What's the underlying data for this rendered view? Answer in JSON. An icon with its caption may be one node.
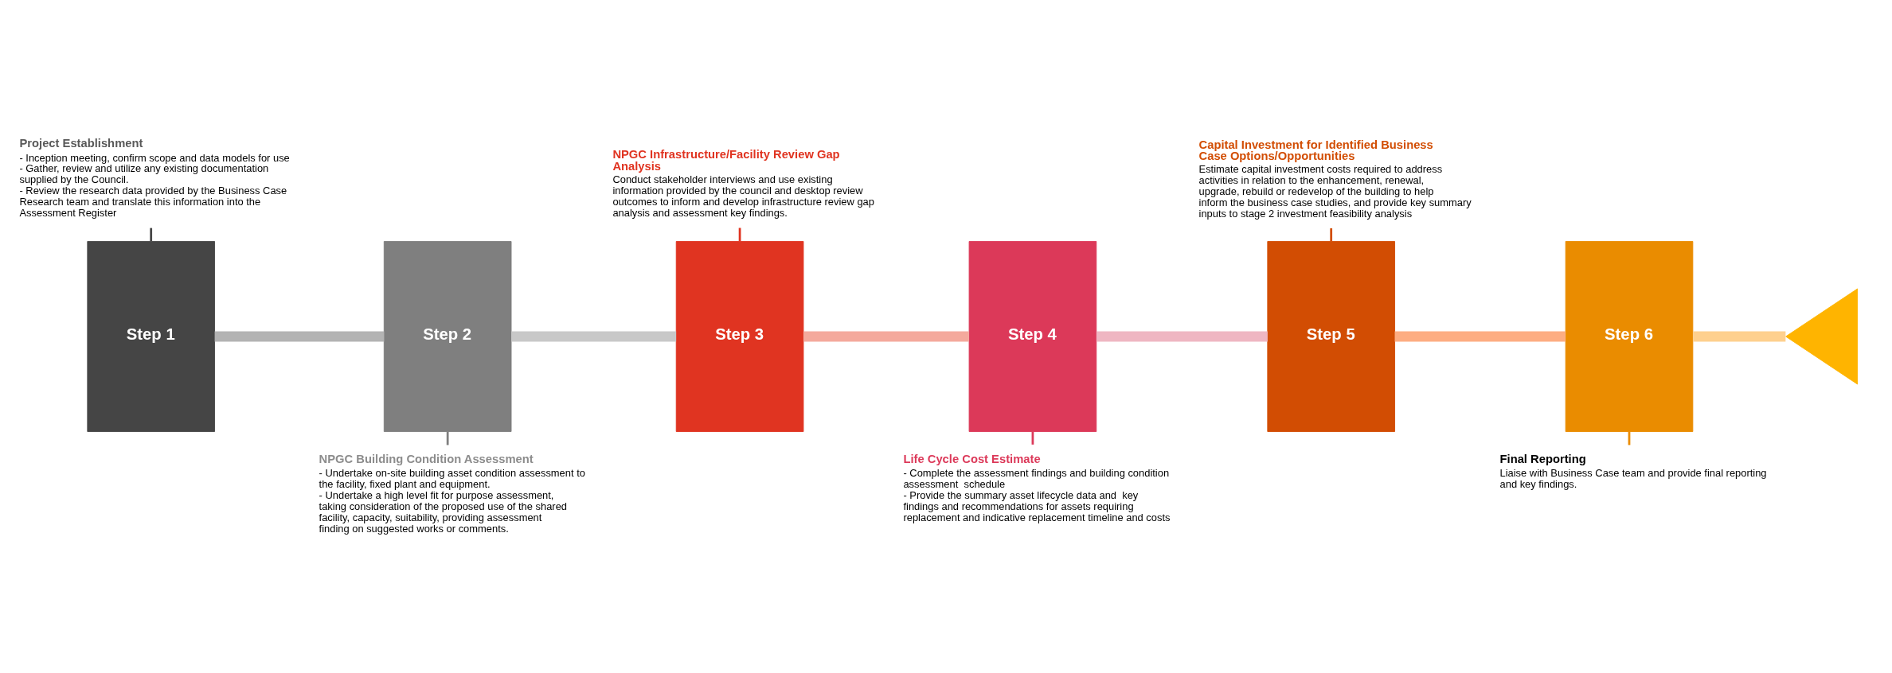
{
  "diagram": {
    "nodes": [
      {
        "text": [
          "Project Establishment",
          "- Inception meeting, confirm scope and data models for use",
          "- Gather, review and utilize any existing documentation supplied by the Council.",
          "- Review the research data provided by the Business Case Research team and translate this information into the Assessment Register"
        ]
      },
      {
        "text": [
          "Step 1"
        ]
      },
      {
        "text": [
          "Step 2"
        ]
      },
      {
        "text": [
          "NPGC Building Condition Assessment",
          "- Undertake on-site building asset condition assessment to the facility, fixed plant and equipment.",
          "- Undertake a high level fit for purpose assessment, taking consideration of the proposed use of the shared facility, capacity, suitability, providing assessment finding on suggested works or comments."
        ]
      },
      {
        "text": [
          "NPGC Infrastructure/Facility Review Gap Analysis",
          "Conduct stakeholder interviews and use existing information provided by the council and desktop review outcomes to inform and develop infrastructure review gap analysis and assessment key findings."
        ]
      },
      {
        "text": [
          "Step 3"
        ]
      },
      {
        "text": [
          "Step 4"
        ]
      },
      {
        "text": [
          "Life Cycle Cost Estimate",
          "- Complete the assessment findings and building condition assessment  schedule",
          "- Provide the summary asset lifecycle data and  key findings and recommendations for assets requiring replacement and indicative replacement timeline and costs"
        ]
      },
      {
        "text": [
          "Capital Investment for Identified Business Case Options/Opportunities",
          "Estimate capital investment costs required to address activities in relation to the enhancement, renewal, upgrade, rebuild or redevelop of the building to help inform the business case studies, and provide key summary inputs to stage 2 investment feasibility analysis"
        ]
      },
      {
        "text": [
          "Step 5"
        ]
      },
      {
        "text": [
          "Step 6"
        ]
      },
      {
        "text": [
          "Final Reporting",
          "Liaise with Business Case team and provide final reporting and key findings."
        ]
      },
      {
        "text": [],
        "shape": "triangle"
      }
    ],
    "edges": [
      {
        "from": 1,
        "to": 2,
        "arrow": "none",
        "style": "thick",
        "color": "#b3b3b3"
      },
      {
        "from": 2,
        "to": 5,
        "arrow": "none",
        "style": "thick",
        "color": "#c8c8c8"
      },
      {
        "from": 5,
        "to": 6,
        "arrow": "none",
        "style": "thick",
        "color": "#f4a99c"
      },
      {
        "from": 6,
        "to": 9,
        "arrow": "none",
        "style": "thick",
        "color": "#efb6c2"
      },
      {
        "from": 9,
        "to": 10,
        "arrow": "none",
        "style": "thick",
        "color": "#fdad82"
      },
      {
        "from": 10,
        "to": 12,
        "arrow": "none",
        "style": "thick",
        "color": "#fed08e"
      },
      {
        "from": 0,
        "to": 1,
        "arrow": "none",
        "color": "#454545"
      },
      {
        "from": 3,
        "to": 2,
        "arrow": "none",
        "color": "#7f7f7f"
      },
      {
        "from": 4,
        "to": 5,
        "arrow": "none",
        "color": "#e03421"
      },
      {
        "from": 7,
        "to": 6,
        "arrow": "none",
        "color": "#dc3959"
      },
      {
        "from": 8,
        "to": 9,
        "arrow": "none",
        "color": "#d24d03"
      },
      {
        "from": 11,
        "to": 10,
        "arrow": "none",
        "color": "#ea8c00"
      }
    ]
  }
}
